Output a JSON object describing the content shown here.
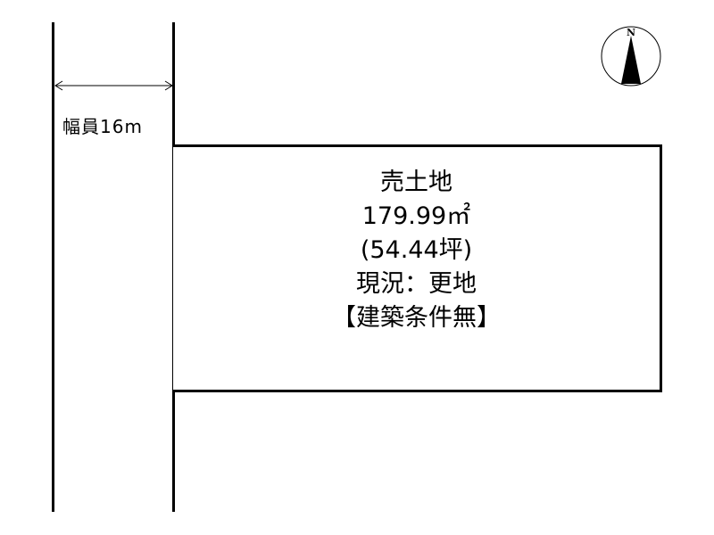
{
  "road": {
    "label": "幅員16m",
    "width_m": 16
  },
  "lot": {
    "title": "売土地",
    "area_sqm": "179.99㎡",
    "area_tsubo": "(54.44坪)",
    "current_state": "現況：更地",
    "conditions": "【建築条件無】"
  },
  "compass": {
    "label": "N"
  },
  "colors": {
    "line": "#000000",
    "background": "#ffffff"
  }
}
